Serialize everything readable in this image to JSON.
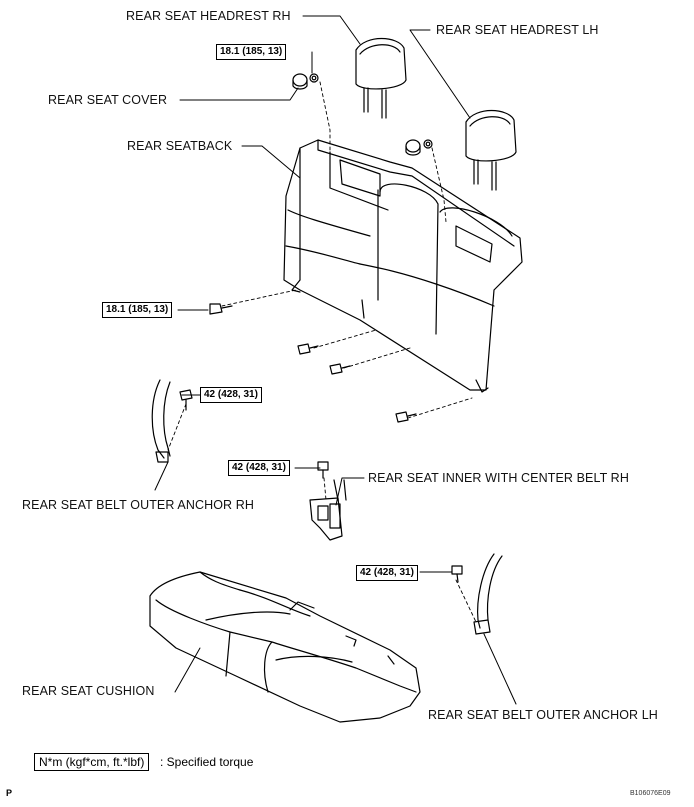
{
  "labels": {
    "headrest_rh": "REAR SEAT HEADREST RH",
    "headrest_lh": "REAR SEAT HEADREST LH",
    "seat_cover": "REAR SEAT COVER",
    "seatback": "REAR SEATBACK",
    "inner_center_belt_rh": "REAR SEAT INNER WITH CENTER BELT RH",
    "outer_anchor_rh": "REAR SEAT BELT OUTER ANCHOR RH",
    "cushion": "REAR SEAT CUSHION",
    "outer_anchor_lh": "REAR SEAT BELT OUTER ANCHOR LH"
  },
  "torques": {
    "cover_bolt": "18.1 (185, 13)",
    "seatback_bolt": "18.1 (185, 13)",
    "anchor_rh": "42 (428, 31)",
    "center_belt": "42 (428, 31)",
    "anchor_lh": "42 (428, 31)"
  },
  "legend": {
    "box": "N*m (kgf*cm, ft.*lbf)",
    "text": ": Specified torque"
  },
  "footer": {
    "letter": "P",
    "code": "B106076E09"
  }
}
